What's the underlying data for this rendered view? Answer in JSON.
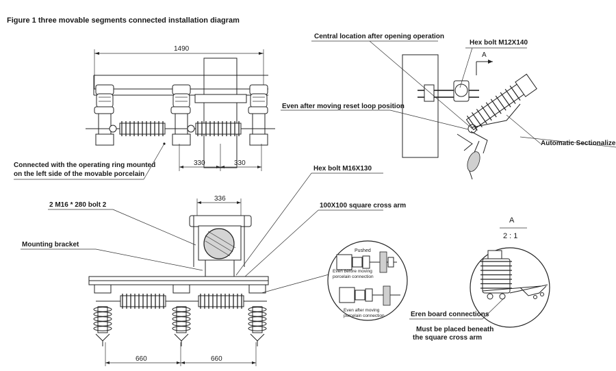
{
  "figure_title": "Figure 1 three movable segments connected installation diagram",
  "top_view": {
    "dim_overall": "1490",
    "dim_left": "330",
    "dim_right": "330",
    "callout_operating_ring_line1": "Connected with the operating ring mounted",
    "callout_operating_ring_line2": "on the left side of the movable porcelain"
  },
  "side_view": {
    "label_central": "Central location after opening operation",
    "label_hex_bolt_m12": "Hex bolt M12X140",
    "label_section_a": "A",
    "label_reset_loop": "Even after moving reset loop position",
    "label_sectionalizer": "Automatic Sectionalizer"
  },
  "front_view": {
    "label_hex_bolt_m16": "Hex bolt M16X130",
    "label_bolt_280": "2 M16 * 280 bolt 2",
    "dim_top": "336",
    "label_cross_arm": "100X100 square cross arm",
    "label_mounting_bracket": "Mounting bracket",
    "dim_left": "660",
    "dim_right": "660"
  },
  "detail_circle": {
    "label_pushed": "Pushed",
    "label_even_before_1": "Even before moving",
    "label_even_before_2": "porcelain connection",
    "label_even_after_1": "Even after moving",
    "label_even_after_2": "porcelain connection"
  },
  "section_a": {
    "title": "A",
    "scale": "2 : 1",
    "label_eren_board": "Eren board connections",
    "label_must_1": "Must be placed beneath",
    "label_must_2": "the square cross arm"
  }
}
